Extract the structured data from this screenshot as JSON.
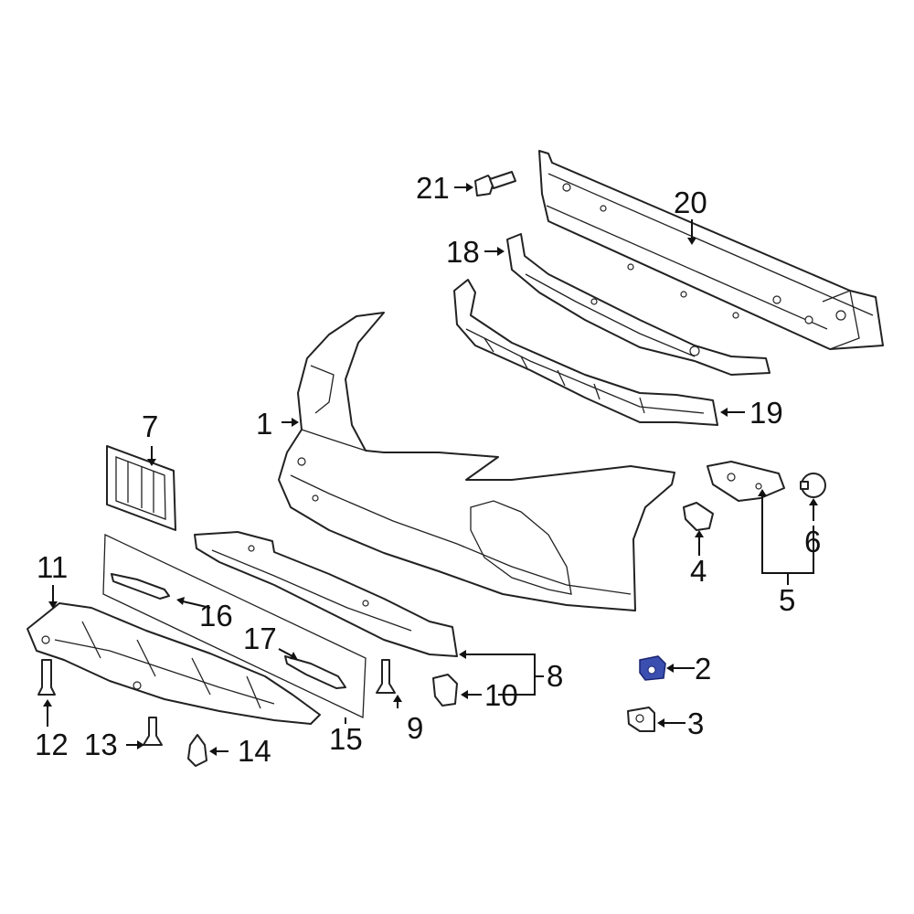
{
  "callouts": {
    "c1": "1",
    "c2": "2",
    "c3": "3",
    "c4": "4",
    "c5": "5",
    "c6": "6",
    "c7": "7",
    "c8": "8",
    "c9": "9",
    "c10": "10",
    "c11": "11",
    "c12": "12",
    "c13": "13",
    "c14": "14",
    "c15": "15",
    "c16": "16",
    "c17": "17",
    "c18": "18",
    "c19": "19",
    "c20": "20",
    "c21": "21"
  },
  "highlighted_part": "2",
  "highlight_color": "#3b4fb0",
  "line_color": "#222222"
}
